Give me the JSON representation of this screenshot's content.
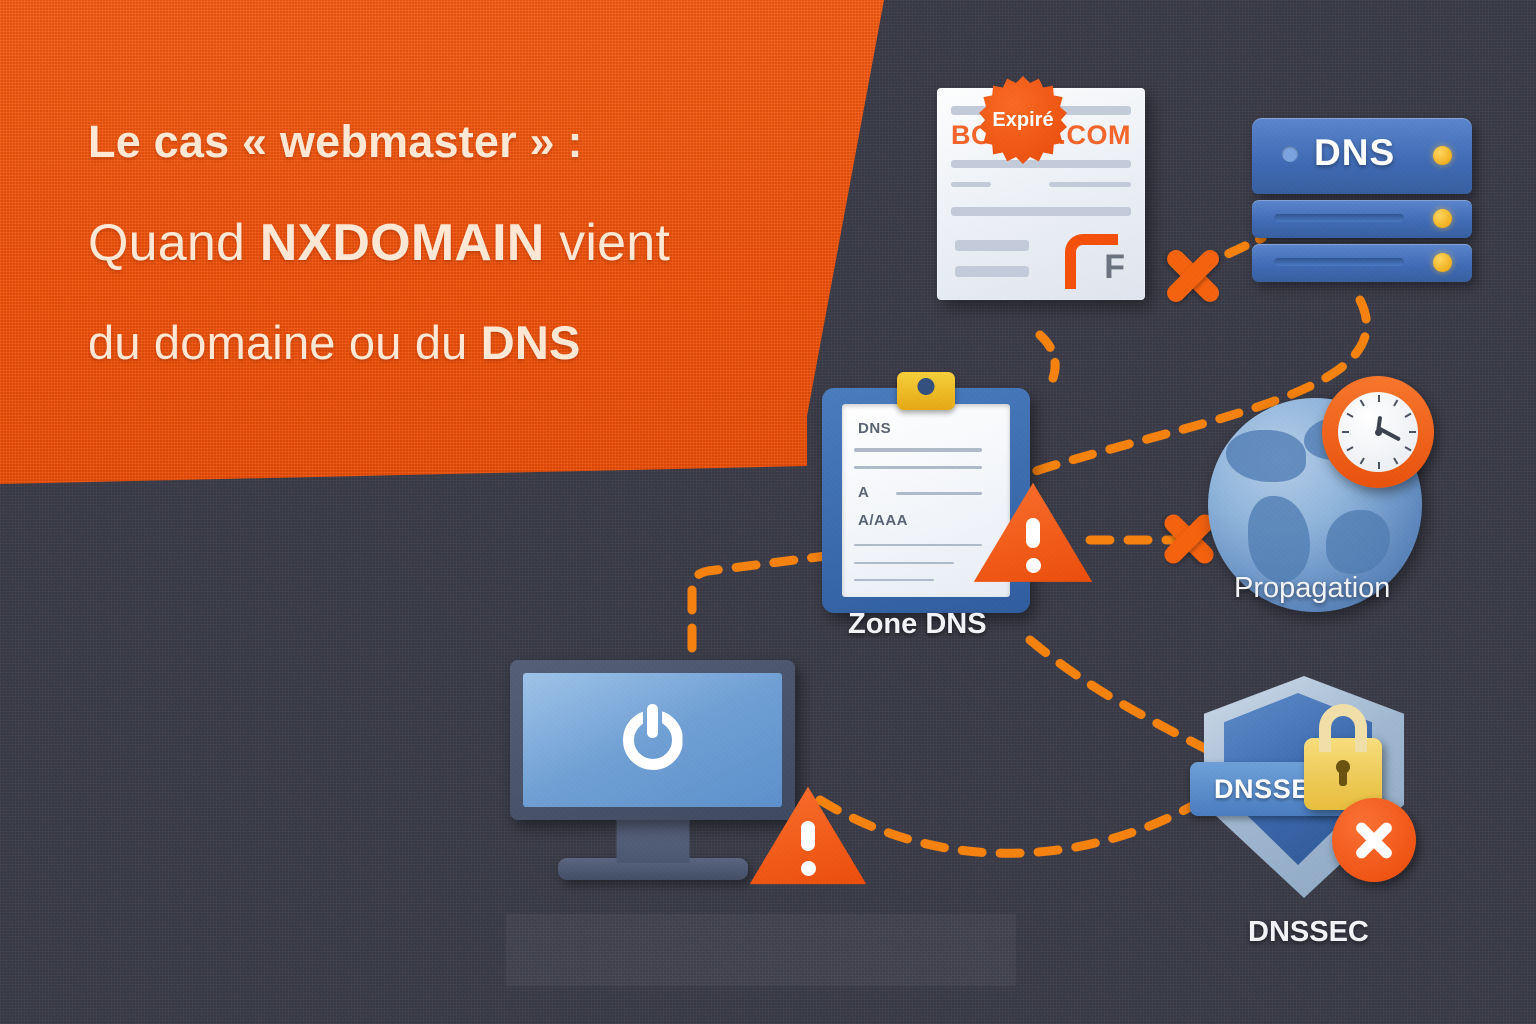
{
  "theme": {
    "accent_orange": "#f4520a",
    "background_dark": "#3b3c49",
    "blue": "#3f6ab4",
    "headline_color": "#fde8d6"
  },
  "banner": {
    "headline_line1": "Le cas « webmaster » :",
    "headline_line2_pre": "Quand ",
    "headline_line2_strong": "NXDOMAIN",
    "headline_line2_post": " vient",
    "headline_line3_pre": "du domaine ou du ",
    "headline_line3_strong": "DNS"
  },
  "nodes": {
    "document": {
      "badge_text": "Expiré",
      "domain_prefix": "BOM",
      "domain_suffix": ".COM",
      "logo_letter": "F"
    },
    "dns_server": {
      "label": "DNS"
    },
    "zone": {
      "caption": "Zone DNS",
      "record_title": "DNS",
      "record_a": "A",
      "record_aaaa": "A/AAA"
    },
    "propagation": {
      "caption": "Propagation"
    },
    "dnssec": {
      "caption": "DNSSEC",
      "ribbon_text": "DNSSEC"
    }
  },
  "icons": {
    "warning_zone": "warning-triangle-icon",
    "warning_monitor": "warning-triangle-icon",
    "cross_doc_to_dns": "cross-mark-icon",
    "cross_zone_to_globe": "cross-mark-icon",
    "power": "power-icon",
    "lock": "lock-icon",
    "clock": "clock-icon",
    "clipboard_clip": "clipboard-clip-icon"
  }
}
